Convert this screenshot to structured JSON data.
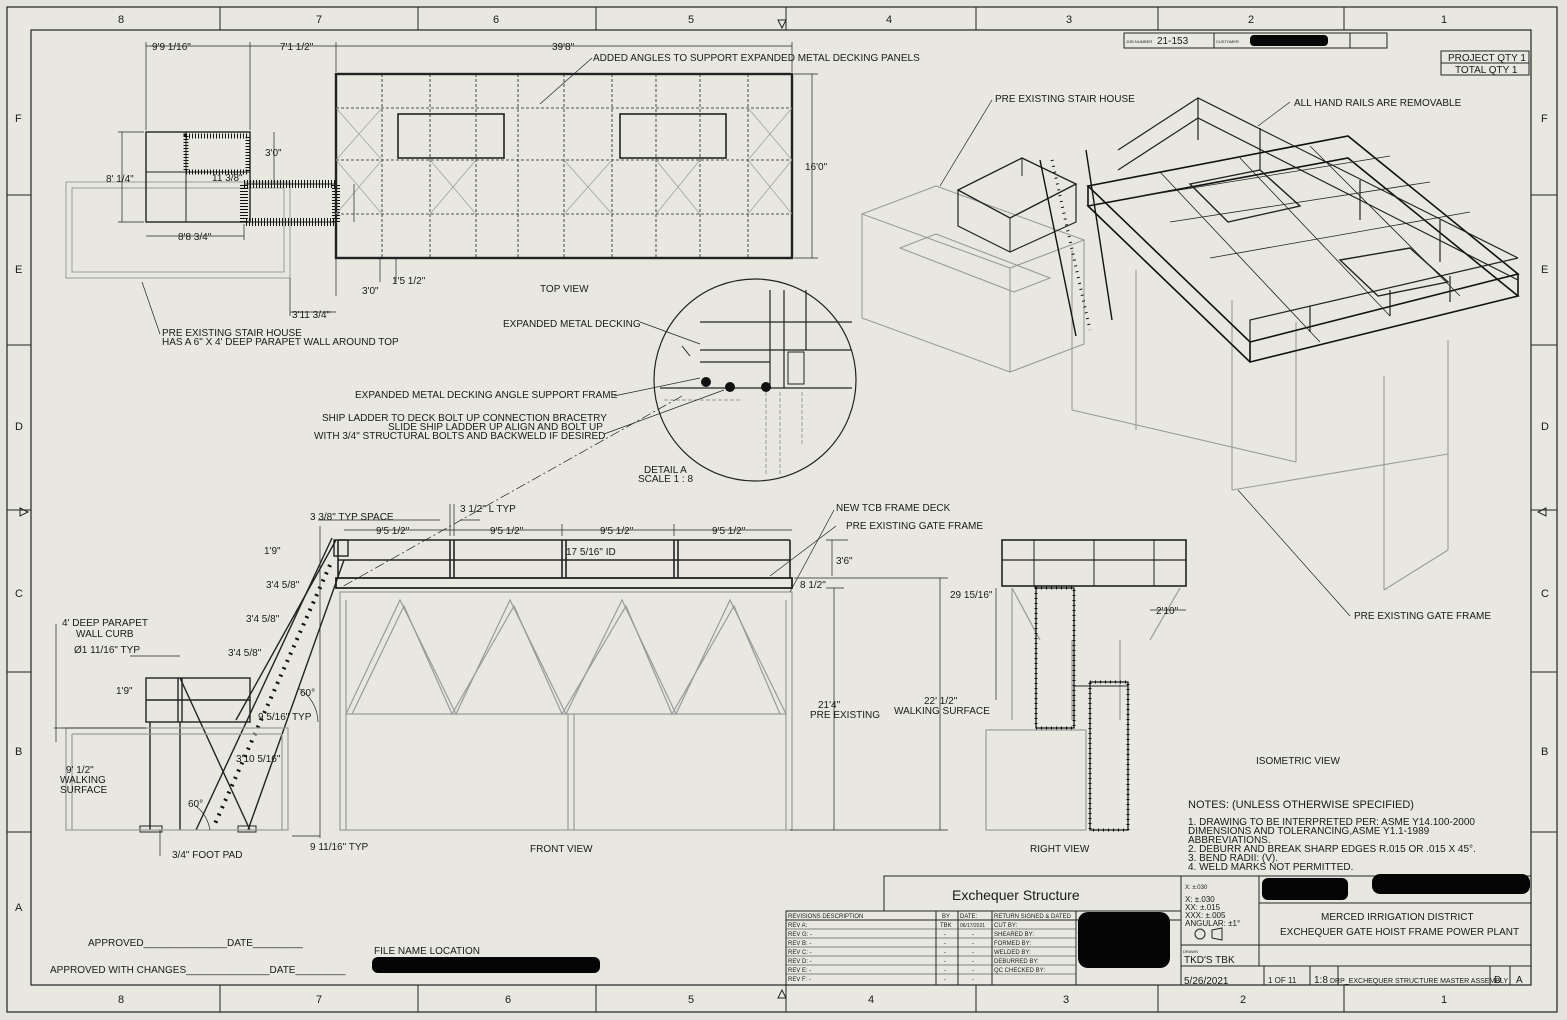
{
  "border": {
    "columns": [
      "8",
      "7",
      "6",
      "5",
      "4",
      "3",
      "2",
      "1"
    ],
    "rows": [
      "F",
      "E",
      "D",
      "C",
      "B",
      "A"
    ]
  },
  "header": {
    "job_number_label": "JOB NUMBER",
    "job_number": "21-153",
    "customer_label": "CUSTOMER",
    "project_qty": "PROJECT QTY 1",
    "total_qty": "TOTAL QTY  1"
  },
  "top_view": {
    "title": "TOP VIEW",
    "dims": [
      "9'9 1/16\"",
      "7'1 1/2\"",
      "39'8\"",
      "3'0\"",
      "8' 1/4\"",
      "11 3/8\"",
      "8'8 3/4\"",
      "16'0\"",
      "1'5 1/2\"",
      "3'0\"",
      "3'11 3/4\""
    ],
    "note_angles": "ADDED ANGLES TO SUPPORT EXPANDED METAL DECKING PANELS",
    "note_stair_1": "PRE EXISTING STAIR HOUSE",
    "note_stair_2": "HAS A 6\" X 4' DEEP PARAPET WALL AROUND TOP"
  },
  "detail_a": {
    "title": "DETAIL A",
    "scale": "SCALE 1 : 8",
    "note_decking": "EXPANDED METAL DECKING",
    "note_frame": "EXPANDED METAL DECKING ANGLE SUPPORT FRAME",
    "note_ladder_1": "SHIP LADDER TO DECK BOLT UP CONNECTION BRACETRY",
    "note_ladder_2": "SLIDE SHIP LADDER UP ALIGN AND BOLT UP",
    "note_ladder_3": "WITH 3/4\" STRUCTURAL BOLTS AND BACKWELD IF DESIRED"
  },
  "front_view": {
    "title": "FRONT VIEW",
    "typ_space": "3 3/8\" TYP SPACE",
    "l_typ": "3 1/2\" L TYP",
    "bays": [
      "9'5 1/2\"",
      "9'5 1/2\"",
      "9'5 1/2\"",
      "9'5 1/2\""
    ],
    "id_dim": "17 5/16\" ID",
    "note_new_deck": "NEW TCB FRAME DECK",
    "note_gate_frame": "PRE EXISTING GATE FRAME",
    "dims_left": [
      "1'9\"",
      "3'4 5/8\"",
      "3'4 5/8\"",
      "3'4 5/8\"",
      "1'9\"",
      "9 5/16\" TYP",
      "3'10 5/16\"",
      "60°",
      "60°"
    ],
    "parapet_1": "4' DEEP PARAPET",
    "parapet_2": "WALL CURB",
    "dia_typ": "Ø1 11/16\" TYP",
    "walking_1": "9' 1/2\"",
    "walking_2": "WALKING",
    "walking_3": "SURFACE",
    "foot_pad": "3/4\" FOOT PAD",
    "foot_typ": "9 11/16\" TYP",
    "dim_36": "3'6\"",
    "dim_8": "8 1/2\"",
    "pre_existing_1": "21'4\"",
    "pre_existing_2": "PRE EXISTING",
    "walking_surface_1": "22' 1/2\"",
    "walking_surface_2": "WALKING SURFACE"
  },
  "right_view": {
    "title": "RIGHT VIEW",
    "dim_height": "29 15/16\"",
    "dim_width": "2'10\""
  },
  "isometric": {
    "title": "ISOMETRIC VIEW",
    "note_stair": "PRE EXISTING STAIR HOUSE",
    "note_rails": "ALL HAND RAILS ARE REMOVABLE",
    "note_gate": "PRE EXISTING GATE FRAME"
  },
  "notes": {
    "heading": "NOTES: (UNLESS OTHERWISE SPECIFIED)",
    "items": [
      "1.   DRAWING TO BE INTERPRETED PER: ASME Y14.100-2000",
      "       DIMENSIONS AND TOLERANCING,ASME Y1.1-1989",
      "       ABBREVIATIONS.",
      "2.   DEBURR AND BREAK SHARP EDGES R.015 OR .015 X 45°.",
      "3.   BEND RADII: (V).",
      "4.   WELD MARKS NOT PERMITTED."
    ]
  },
  "title_block": {
    "drawing_title": "Exchequer Structure",
    "revisions_header": "REVISIONS DESCRIPTION",
    "by_header": "BY",
    "date_header": "DATE:",
    "return_header": "RETURN SIGNED & DATED",
    "revs": [
      "REV A:",
      "REV B: -",
      "REV C: -",
      "REV D: -",
      "REV E: -",
      "REV F: -",
      "REV G: -"
    ],
    "rev_by": [
      "TBK",
      "-",
      "-",
      "-",
      "-",
      "-",
      "-"
    ],
    "rev_date": [
      "06/17/2021",
      "-",
      "-",
      "-",
      "-",
      "-",
      "-"
    ],
    "signoffs": [
      "CUT BY:",
      "SHEARED BY:",
      "FORMED BY:",
      "WELDED BY:",
      "DEBURRED BY:",
      "QC CHECKED BY:"
    ],
    "tolerances": [
      "X: ±.030",
      "XX: ±.015",
      "XXX: ±.005",
      "ANGULAR: ±1°"
    ],
    "customer": "MERCED IRRIGATION DISTRICT",
    "project": "EXCHEQUER GATE HOIST FRAME POWER PLANT",
    "drawn_label": "DRAWN",
    "drawn_by": "TKD'S TBK",
    "date_drawn": "5/26/2021",
    "sheet": "1 OF 11",
    "scale": "1:8",
    "drawing_number": "DRP_EXCHEQUER STRUCTURE MASTER ASSEMBLY",
    "size": "D",
    "rev": "A",
    "file_location": "FILE NAME LOCATION",
    "approved": "APPROVED_______________DATE_________",
    "approved_changes": "APPROVED WITH CHANGES_______________DATE_________"
  }
}
